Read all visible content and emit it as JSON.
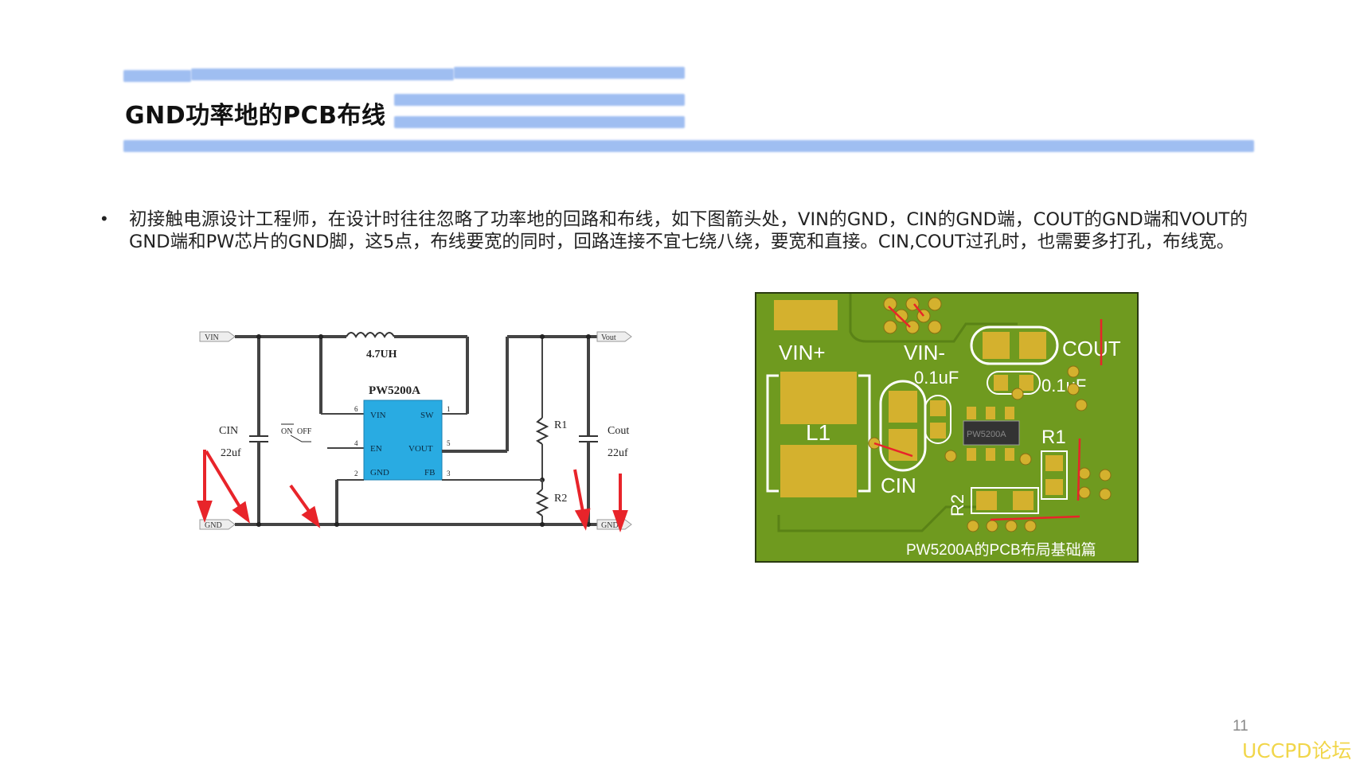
{
  "header": {
    "title": "GND功率地的PCB布线"
  },
  "bullet": {
    "marker": "•",
    "text": "初接触电源设计工程师，在设计时往往忽略了功率地的回路和布线，如下图箭头处，VIN的GND，CIN的GND端，COUT的GND端和VOUT的GND端和PW芯片的GND脚，这5点，布线要宽的同时，回路连接不宜七绕八绕，要宽和直接。CIN,COUT过孔时，也需要多打孔，布线宽。"
  },
  "schematic": {
    "vin": "VIN",
    "vout": "Vout",
    "gnd_left": "GND",
    "gnd_right": "GND",
    "inductor": "4.7UH",
    "chip": "PW5200A",
    "pin_vin": "VIN",
    "pin_sw": "SW",
    "pin_en": "EN",
    "pin_vout": "VOUT",
    "pin_gnd": "GND",
    "pin_fb": "FB",
    "pin1": "1",
    "pin2": "2",
    "pin3": "3",
    "pin4": "4",
    "pin5": "5",
    "pin6": "6",
    "cin": "CIN",
    "cin_val": "22uf",
    "cout": "Cout",
    "cout_val": "22uf",
    "on": "ON",
    "off": "OFF",
    "r1": "R1",
    "r2": "R2"
  },
  "pcb": {
    "vin_plus": "VIN+",
    "vin_minus": "VIN-",
    "cout": "COUT",
    "cap1": "0.1uF",
    "cap2": "0.1uF",
    "l1": "L1",
    "cin": "CIN",
    "r1": "R1",
    "r2": "R2",
    "chip_mark": "PW5200A",
    "caption": "PW5200A的PCB布局基础篇"
  },
  "footer": {
    "page": "11",
    "watermark": "UCCPD论坛"
  },
  "colors": {
    "accent_bar": "#8fb3ef",
    "chip_fill": "#29abe2",
    "pcb_green": "#6f9a1f",
    "pcb_pad": "#d4b12e",
    "arrow_red": "#e8242a",
    "watermark": "#f1d64a"
  }
}
